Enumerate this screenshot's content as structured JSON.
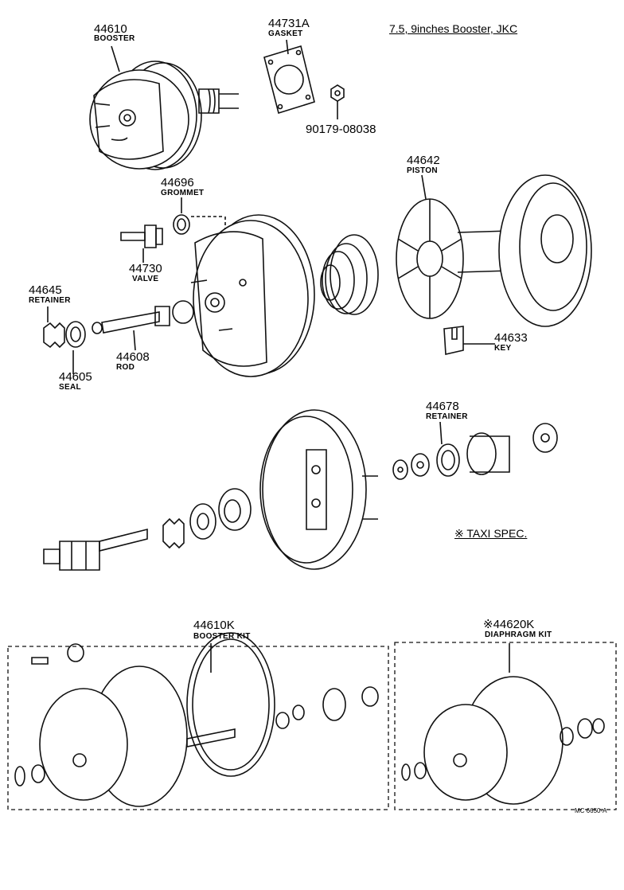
{
  "diagram": {
    "title": "7.5, 9inches Booster, JKC",
    "taxi_note": "※ TAXI SPEC.",
    "ref_code": "MC 6650-A",
    "parts": {
      "booster": {
        "number": "44610",
        "name": "BOOSTER"
      },
      "gasket": {
        "number": "44731A",
        "name": "GASKET"
      },
      "nut": {
        "number": "90179-08038"
      },
      "grommet": {
        "number": "44696",
        "name": "GROMMET"
      },
      "piston": {
        "number": "44642",
        "name": "PISTON"
      },
      "valve": {
        "number": "44730",
        "name": "VALVE"
      },
      "retainer1": {
        "number": "44645",
        "name": "RETAINER"
      },
      "rod": {
        "number": "44608",
        "name": "ROD"
      },
      "seal": {
        "number": "44605",
        "name": "SEAL"
      },
      "key": {
        "number": "44633",
        "name": "KEY"
      },
      "retainer2": {
        "number": "44678",
        "name": "RETAINER"
      },
      "booster_kit": {
        "number": "44610K",
        "name": "BOOSTER KIT"
      },
      "diaphragm_kit": {
        "number": "※44620K",
        "name": "DIAPHRAGM KIT"
      }
    }
  }
}
